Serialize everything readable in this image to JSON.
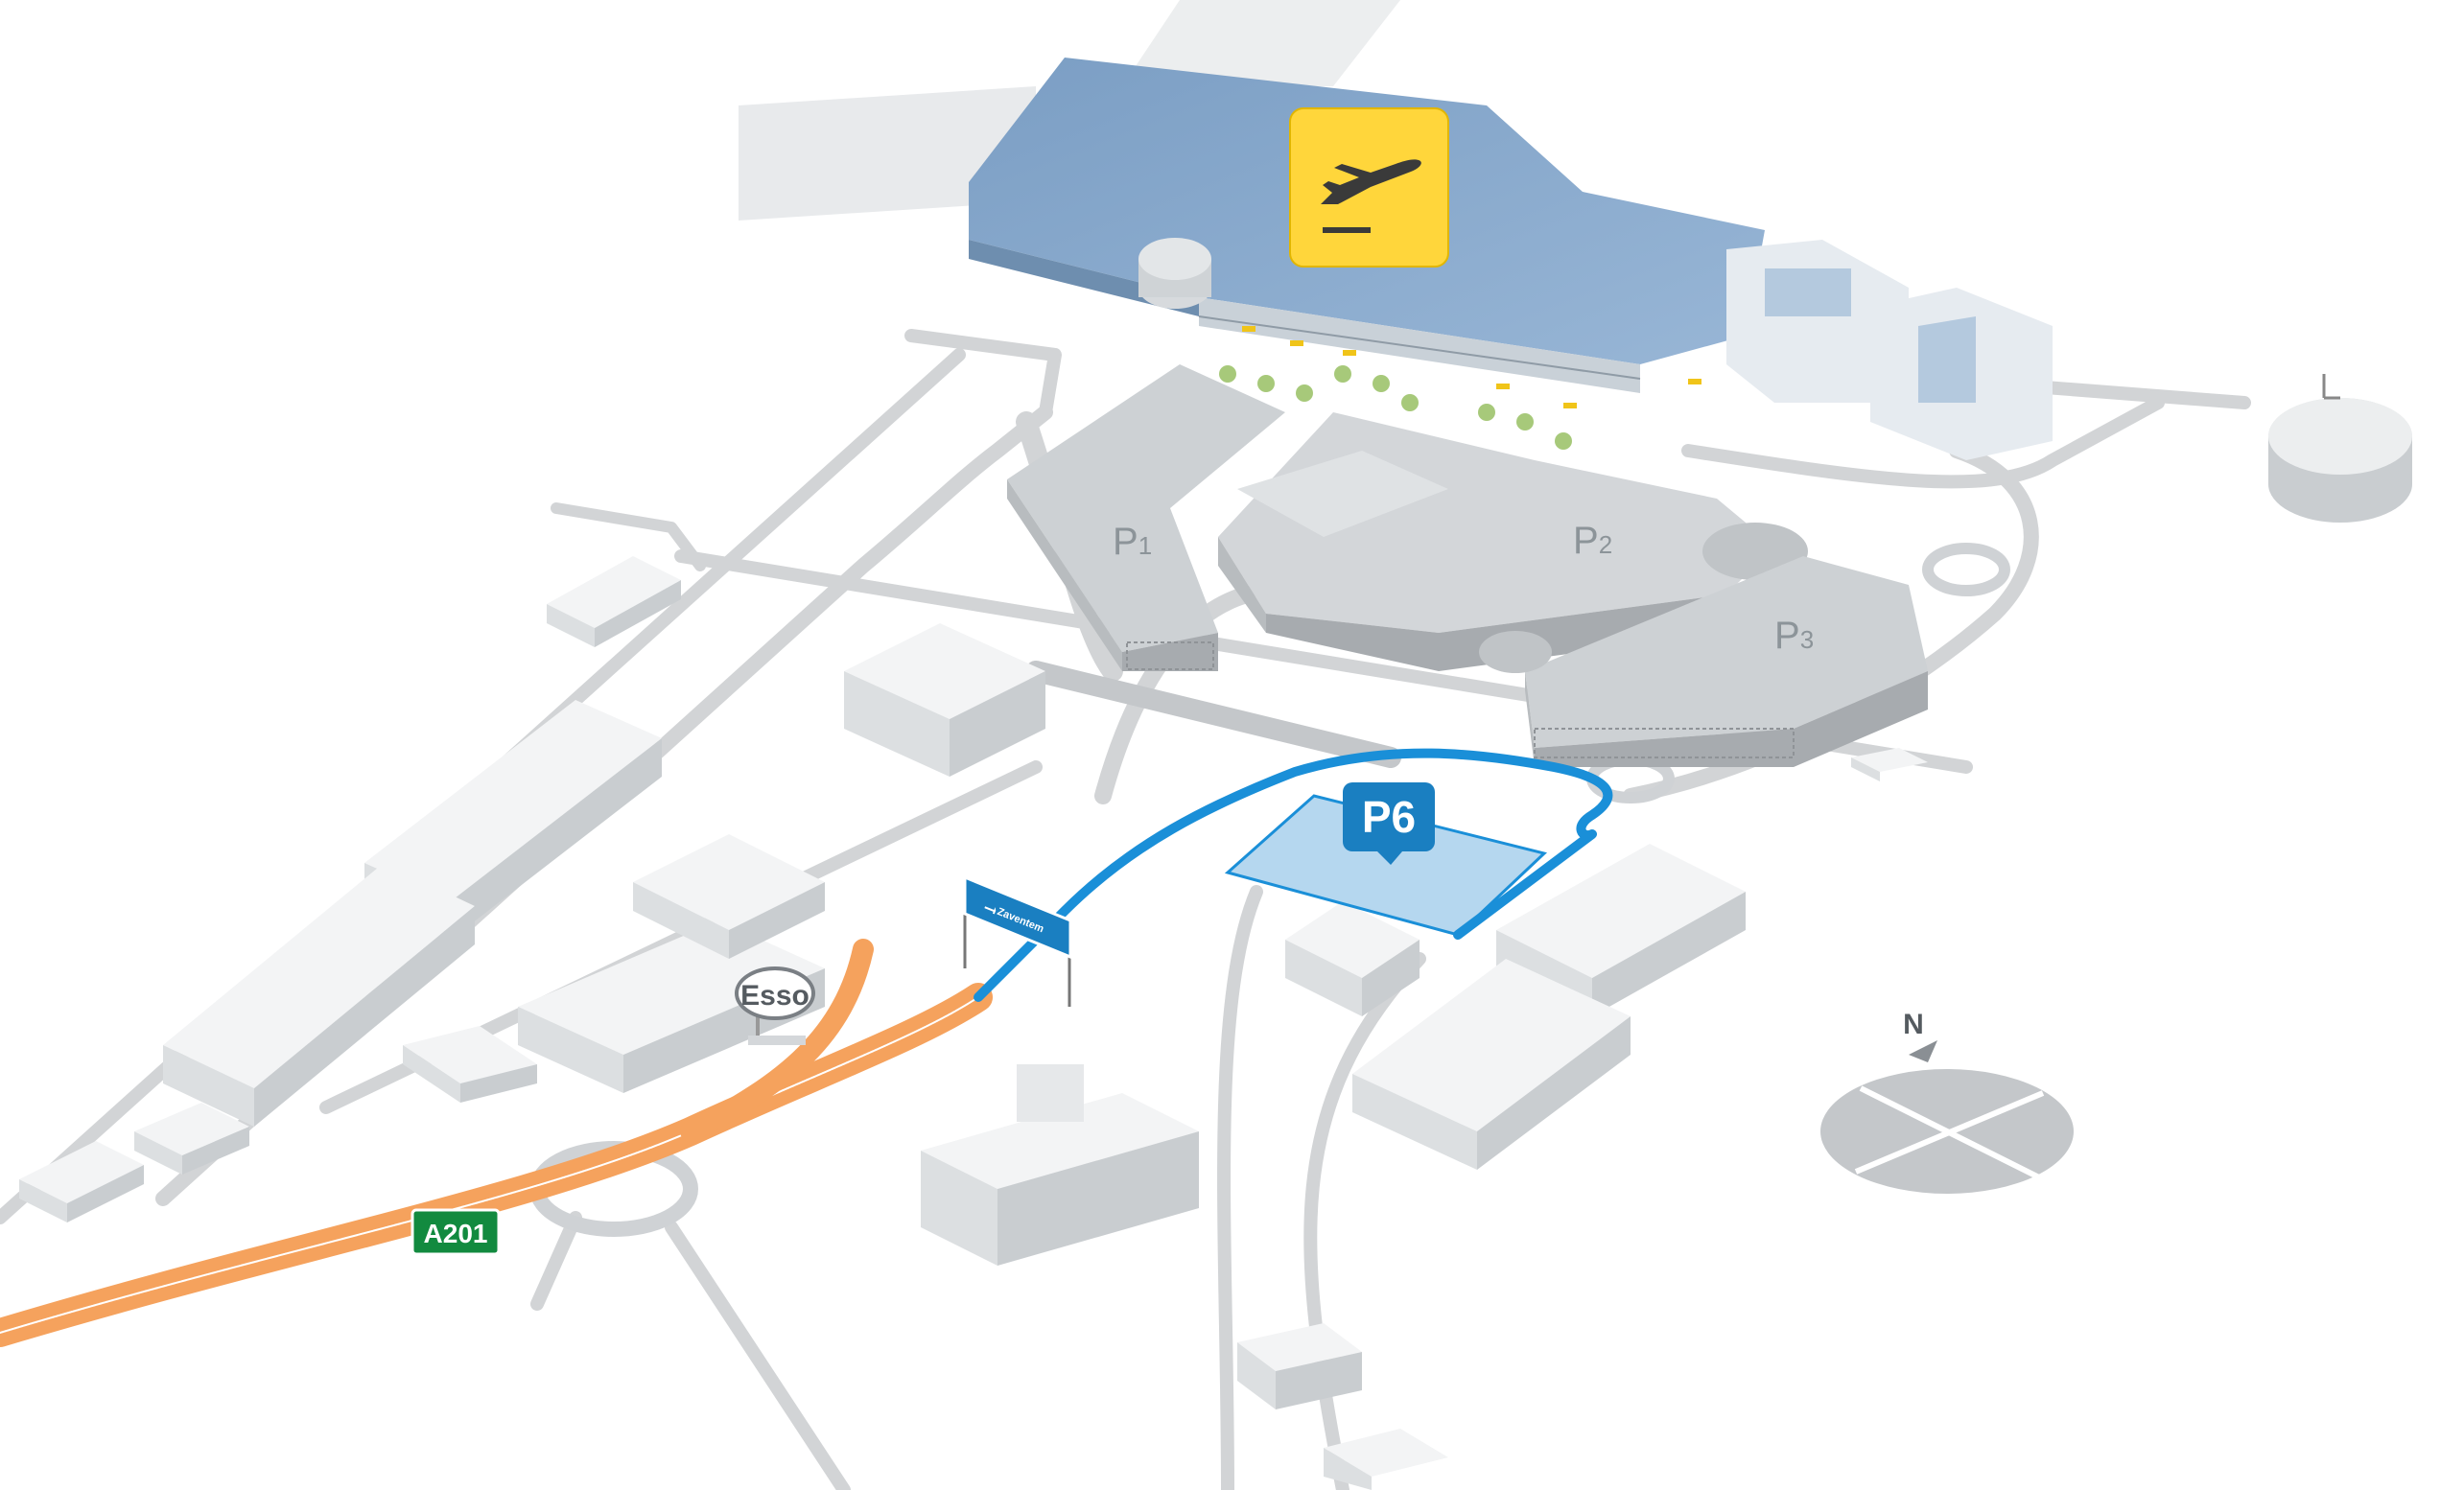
{
  "map": {
    "terminal_icon": "departures-airplane-icon",
    "parkings": [
      {
        "id": "p1",
        "name": "P",
        "sub": "1"
      },
      {
        "id": "p2",
        "name": "P",
        "sub": "2"
      },
      {
        "id": "p3",
        "name": "P",
        "sub": "3"
      }
    ],
    "destination_parking": {
      "label": "P6",
      "color": "#1a7fc1"
    },
    "route_color": "#1a8fd8",
    "highway": {
      "label": "A201",
      "color": "#f5a25d"
    },
    "road_sign": {
      "label": "Zaventem",
      "icon": "airplane-icon"
    },
    "gas_station": {
      "label": "Esso"
    },
    "compass": {
      "label": "N"
    }
  }
}
